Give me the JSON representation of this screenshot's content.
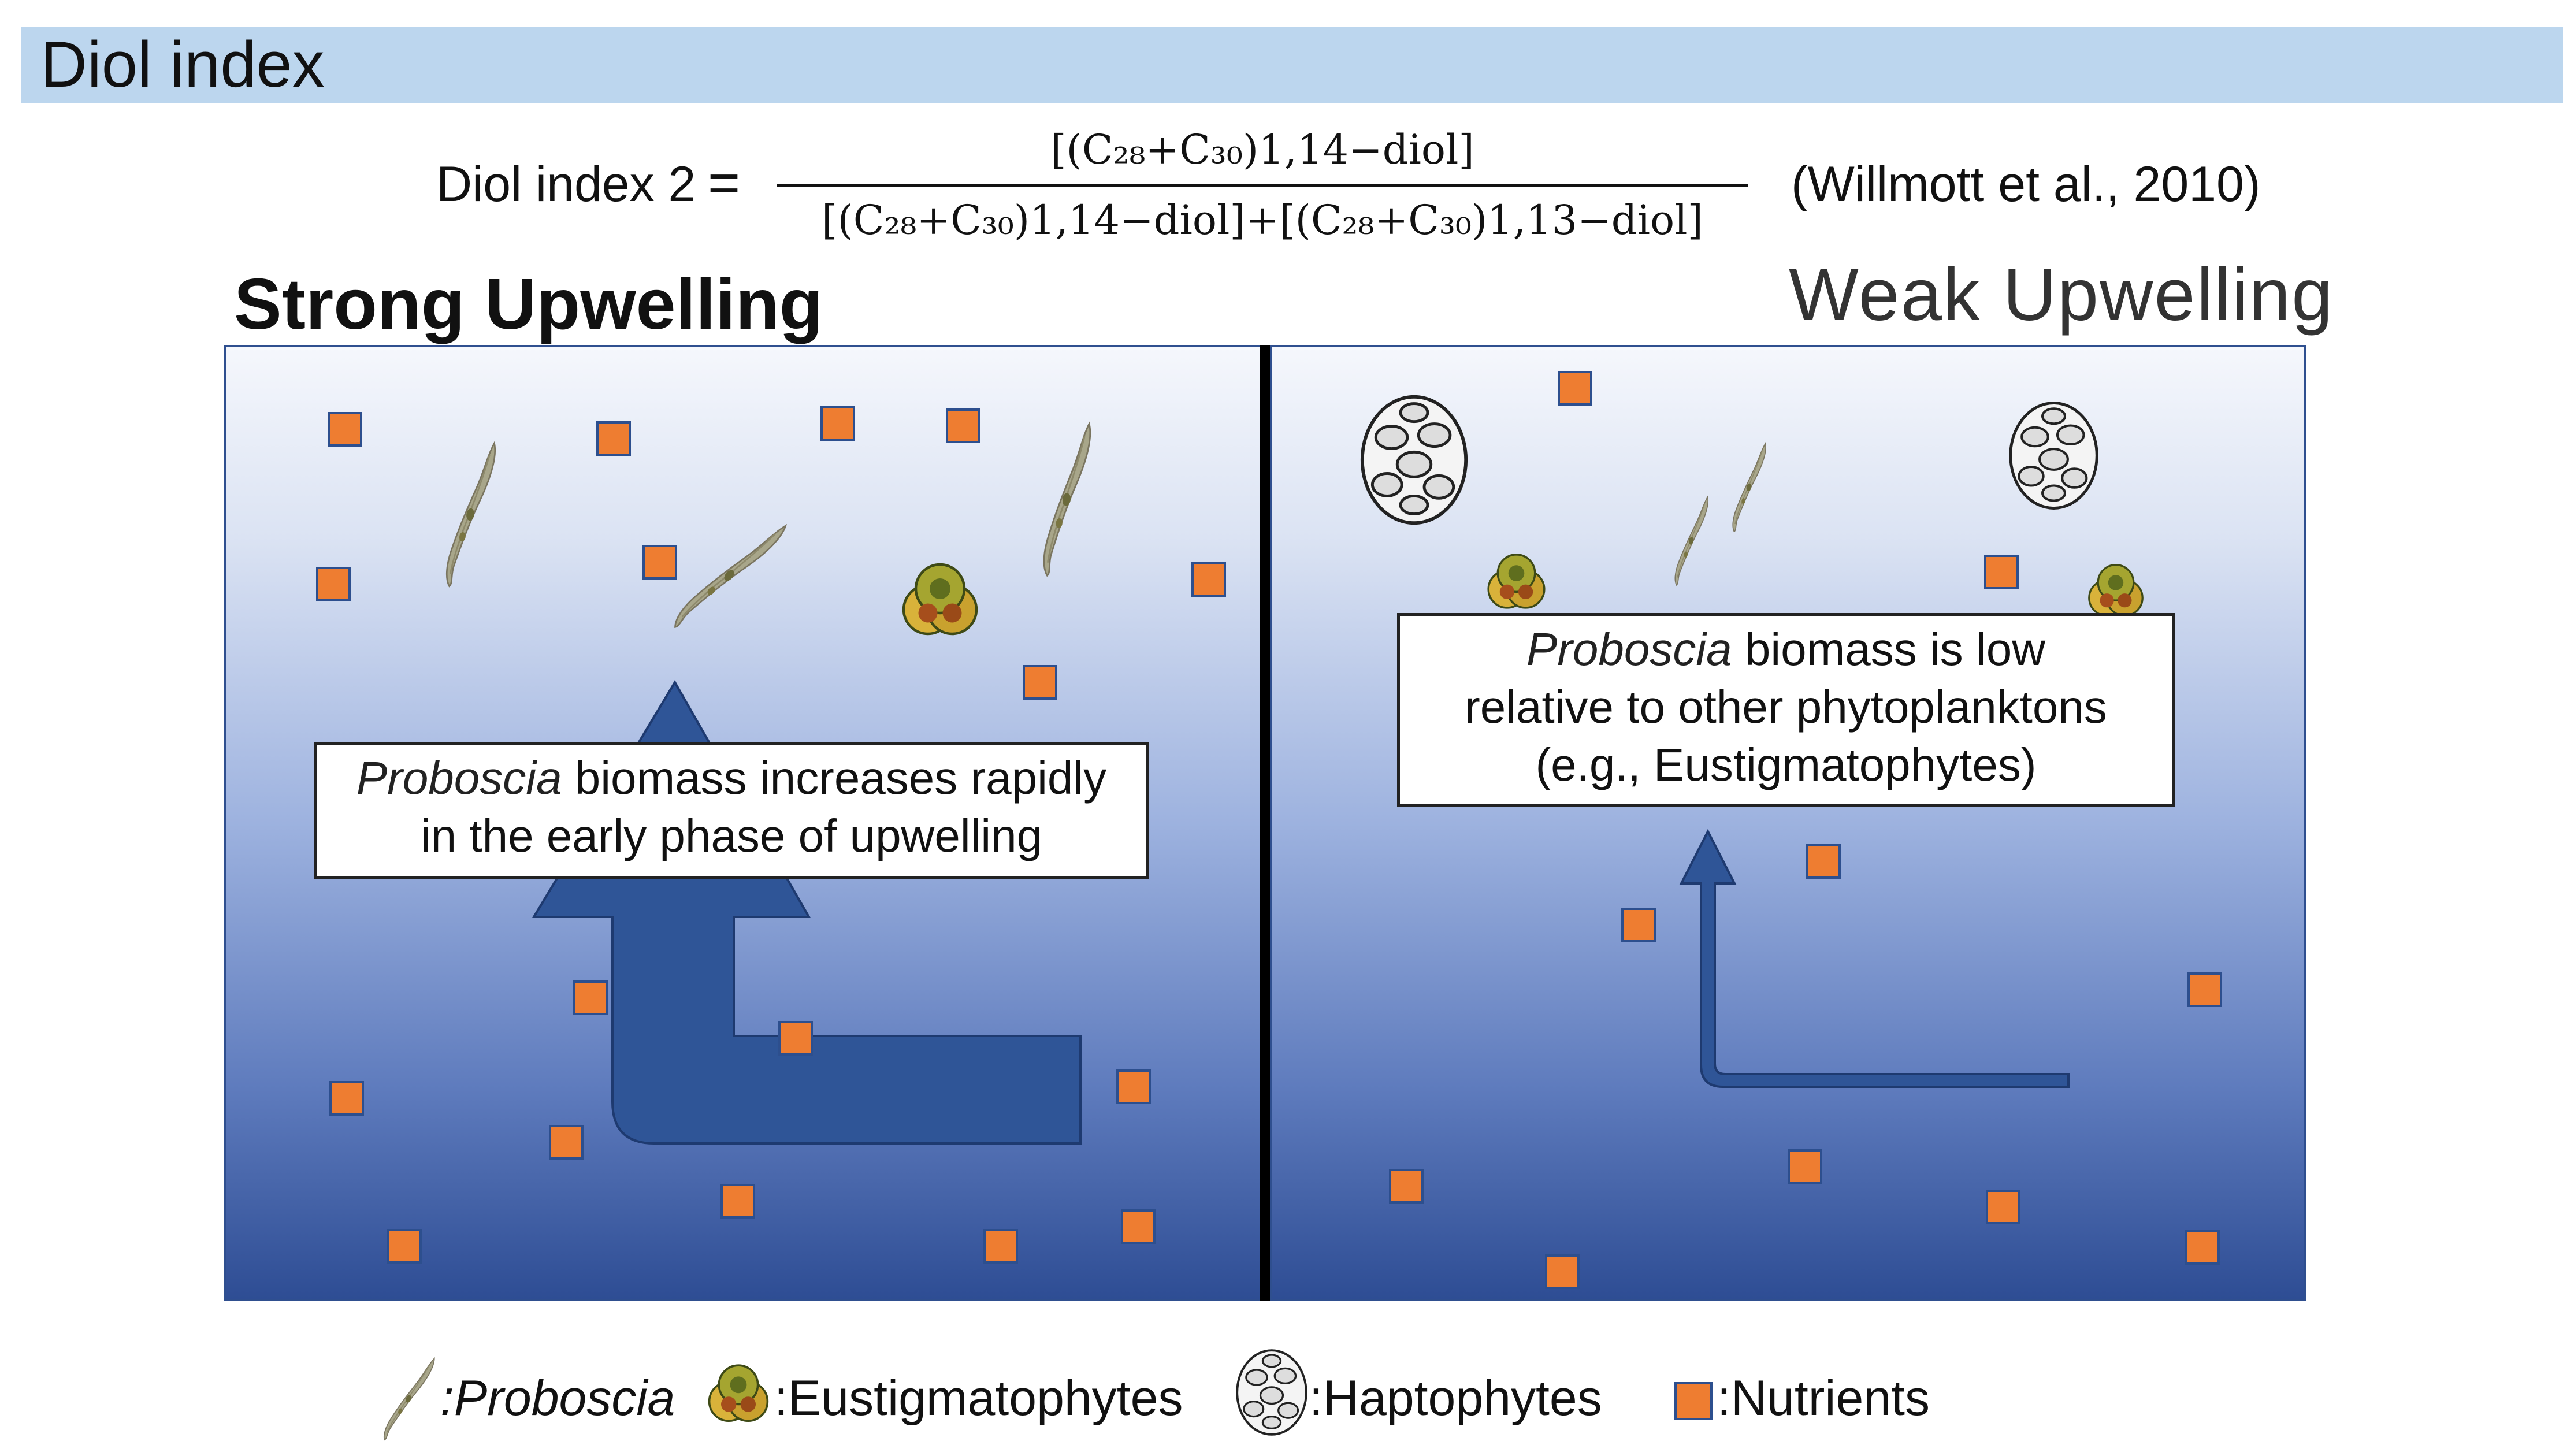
{
  "header": {
    "title": "Diol index"
  },
  "formula": {
    "label": "Diol index 2",
    "equals": "=",
    "numerator": "[(C₂₈+C₃₀)1,14−diol]",
    "denominator": "[(C₂₈+C₃₀)1,14−diol]+[(C₂₈+C₃₀)1,13−diol]",
    "citation": "(Willmott et al., 2010)"
  },
  "panels": {
    "strong": {
      "label": "Strong Upwelling",
      "callout_italic": "Proboscia",
      "callout_line1_rest": " biomass increases rapidly",
      "callout_line2": "in the early phase of upwelling"
    },
    "weak": {
      "label": "Weak Upwelling",
      "callout_italic": "Proboscia",
      "callout_line1_rest": " biomass is low",
      "callout_line2": "relative to other phytoplanktons",
      "callout_line3": "(e.g., Eustigmatophytes)"
    }
  },
  "legend": {
    "proboscia": ":Proboscia",
    "eustigmatophytes": ":Eustigmatophytes",
    "haptophytes": ":Haptophytes",
    "nutrients": ":Nutrients"
  },
  "colors": {
    "title_bar": "#bcd6ee",
    "nutrient_fill": "#ee7d31",
    "nutrient_border": "#2d4f8e",
    "arrow_fill": "#2f5597",
    "water_top": "#f5f7fc",
    "water_bottom": "#2e4d94"
  },
  "icons": {
    "proboscia": "proboscia-diatom-icon",
    "eustigmatophyte": "eustigmatophyte-cell-icon",
    "haptophyte": "coccolithophore-icon",
    "nutrient": "nutrient-square-icon",
    "upwelling_arrow": "upwelling-arrow-icon"
  }
}
